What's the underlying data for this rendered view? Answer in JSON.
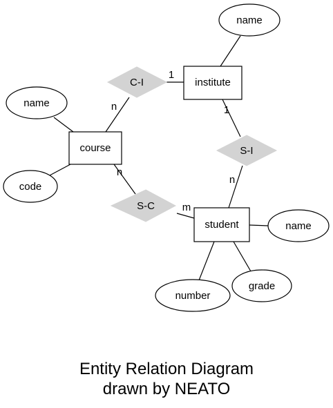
{
  "entities": {
    "course": "course",
    "institute": "institute",
    "student": "student"
  },
  "relationships": {
    "ci": "C-I",
    "si": "S-I",
    "sc": "S-C"
  },
  "attributes": {
    "institute_name": "name",
    "course_name": "name",
    "course_code": "code",
    "student_name": "name",
    "student_number": "number",
    "student_grade": "grade"
  },
  "cardinalities": {
    "ci_institute": "1",
    "ci_course": "n",
    "si_institute": "1",
    "si_student": "n",
    "sc_course": "n",
    "sc_student": "m"
  },
  "caption": {
    "line1": "Entity Relation Diagram",
    "line2": "drawn by NEATO"
  },
  "colors": {
    "relationship_fill": "#d3d3d3",
    "stroke": "#000000",
    "background": "#ffffff"
  }
}
